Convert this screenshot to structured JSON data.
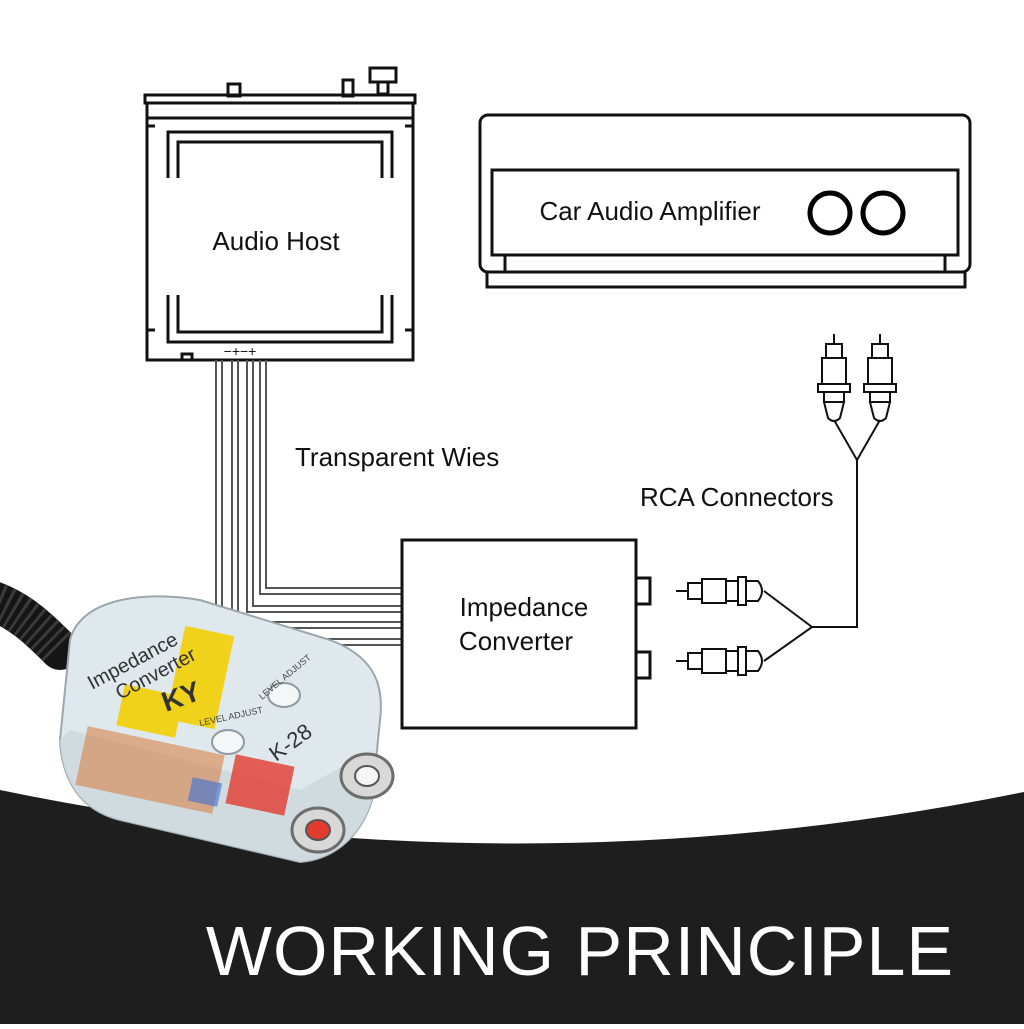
{
  "diagram": {
    "audio_host": {
      "label": "Audio Host",
      "terminals": "−+−+"
    },
    "amplifier": {
      "label": "Car Audio Amplifier"
    },
    "wires": {
      "label": "Transparent Wies"
    },
    "rca": {
      "label": "RCA Connectors"
    },
    "converter": {
      "line1": "Impedance",
      "line2": "Converter"
    }
  },
  "product": {
    "text_line1": "Impedance",
    "text_line2": "Converter",
    "logo": "KY",
    "model": "K-28",
    "knob_label": "LEVEL ADJUST"
  },
  "banner": {
    "title": "WORKING PRINCIPLE"
  },
  "colors": {
    "line": "#111111",
    "banner": "#1e1e1e",
    "shell": "#e8eef0",
    "yellow": "#f1d21a",
    "red": "#e23a2e"
  }
}
